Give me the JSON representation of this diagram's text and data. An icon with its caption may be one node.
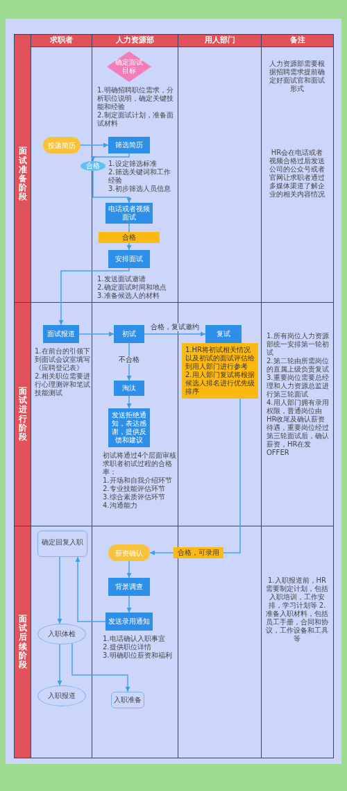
{
  "diagram": {
    "nodes": [
      {
        "text": [
          "求职者"
        ]
      },
      {
        "text": [
          "人力资源部"
        ]
      },
      {
        "text": [
          "用人部门"
        ]
      },
      {
        "text": [
          "备注"
        ]
      },
      {
        "text": [
          "面试准备阶段"
        ]
      },
      {
        "text": [
          "确定面试目标"
        ],
        "beside": [
          "1.明确招聘职位需求，分析职位说明，确定关键技能和经验",
          "2.制定面试计划，准备面试材料"
        ]
      },
      {
        "text": [
          "投递简历"
        ]
      },
      {
        "text": [
          "筛选简历"
        ],
        "beside": [
          "1.设定筛选标准",
          "2.筛选关键词和工作经验",
          "3.初步筛选人员信息"
        ]
      },
      {
        "text": [
          "合格"
        ]
      },
      {
        "text": [
          "电话或者视频面试"
        ]
      },
      {
        "text": [
          "合格"
        ]
      },
      {
        "text": [
          "安排面试"
        ],
        "beside": [
          "1.发送面试邀请",
          "2.确定面试时间和地点",
          "3.准备候选人的材料"
        ]
      },
      {
        "text": [
          "面试进行阶段"
        ]
      },
      {
        "text": [
          "面试报道"
        ],
        "beside": [
          "1.在前台的引领下到面试会议室填写《应聘登记表》",
          "2.相关职位需要进行心理测评和笔试技能测试"
        ]
      },
      {
        "text": [
          "初试"
        ]
      },
      {
        "text": [
          "复试"
        ]
      },
      {
        "text": [
          "1.HR将初试相关情况以及初试的面试评估给到用人部门进行参考",
          "2.用人部门复试将根据候选人排名进行优先级排序"
        ]
      },
      {
        "text": [
          "淘汰"
        ]
      },
      {
        "text": [
          "发送拒绝通知，表达感谢，提供反馈和建议"
        ],
        "beside": [
          "初试将通过4个层面审核求职者初试过程的合格率：",
          "1.开场和自我介绍环节",
          "2.专业技能评估环节",
          "3.综合素质评估环节",
          "4.沟通能力"
        ]
      },
      {
        "text": [
          "面试后续阶段"
        ]
      },
      {
        "text": [
          "确定回复入职"
        ]
      },
      {
        "text": [
          "合格，可录用"
        ]
      },
      {
        "text": [
          "薪资确认"
        ]
      },
      {
        "text": [
          "背景调查"
        ]
      },
      {
        "text": [
          "发送录用通知"
        ],
        "beside": [
          "1.电话确认入职事宜",
          "2.提供职位详情",
          "3.明确职位薪资和福利"
        ]
      },
      {
        "text": [
          "入职体检"
        ]
      },
      {
        "text": [
          "入职报道"
        ]
      },
      {
        "text": [
          "入职准备"
        ]
      }
    ],
    "edges": [
      {
        "from": 6,
        "to": 7,
        "arrow": "to"
      },
      {
        "from": 7,
        "to": 8,
        "arrow": "to"
      },
      {
        "from": 8,
        "to": 9,
        "arrow": "to"
      },
      {
        "from": 9,
        "to": 10,
        "arrow": "none"
      },
      {
        "from": 10,
        "to": 11,
        "arrow": "to"
      },
      {
        "from": 11,
        "to": 13,
        "arrow": "to"
      },
      {
        "from": 13,
        "to": 14,
        "arrow": "to"
      },
      {
        "from": 14,
        "to": 15,
        "arrow": "to",
        "label": "合格，复试邀约"
      },
      {
        "from": 14,
        "to": 17,
        "arrow": "to",
        "label": "不合格"
      },
      {
        "from": 17,
        "to": 18,
        "arrow": "to"
      },
      {
        "from": 16,
        "to": 21,
        "arrow": "none"
      },
      {
        "from": 21,
        "to": 22,
        "arrow": "to"
      },
      {
        "from": 22,
        "to": 23,
        "arrow": "to"
      },
      {
        "from": 23,
        "to": 24,
        "arrow": "to"
      },
      {
        "from": 24,
        "to": 20,
        "arrow": "to"
      },
      {
        "from": 20,
        "to": 25,
        "arrow": "to"
      },
      {
        "from": 25,
        "to": 26,
        "arrow": "to"
      },
      {
        "from": 25,
        "to": 27,
        "arrow": "to"
      }
    ],
    "labels": [
      "人力资源部需要根据招聘需求提前确定好面试官和面试形式",
      "HR会在电话或者视频合格过后发送公司的公众号或者官网让求职者通过多媒体渠道了解企业的相关内容情况",
      "1.所有岗位人力资源部统一安排第一轮初试",
      "2.第二轮由所需岗位的直属上级负责复试",
      "3.重要岗位需要总经理和人力资源总监进行第三轮面试",
      "4.用人部门拥有录用权限，普通岗位由HR收尾及确认薪资待遇，重要岗位经过第三轮面试后，确认薪资，HR在发OFFER",
      "1.入职报道前，HR需要制定计划，包括入职培训，工作安排，学习计划等 2.准备入职材料，包括员工手册，合同和协议，工作设备和工具等"
    ]
  }
}
